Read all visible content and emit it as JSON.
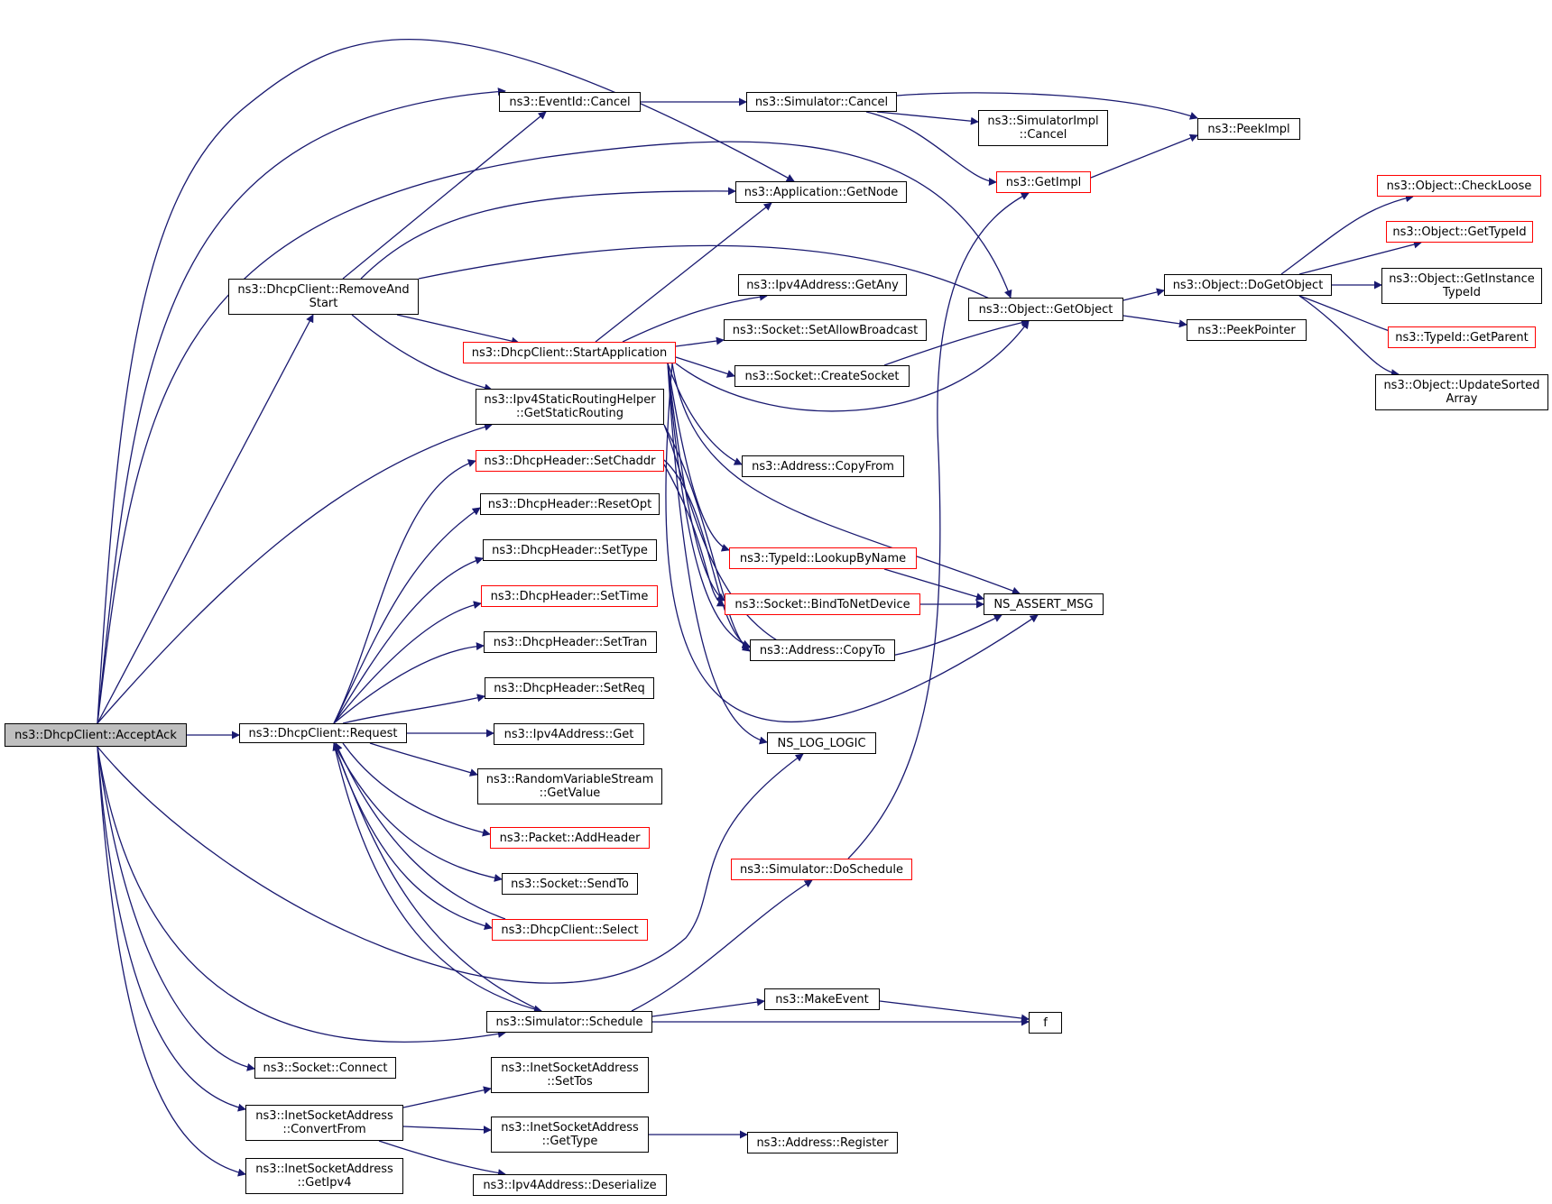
{
  "colors": {
    "edge": "#191970",
    "border": "#000000",
    "incomplete_border": "#ff0000",
    "root_fill": "#bfbfbf"
  },
  "nodes": {
    "accept_ack": {
      "lines": [
        "ns3::DhcpClient::AcceptAck"
      ]
    },
    "remove_and_start": {
      "lines": [
        "ns3::DhcpClient::RemoveAnd",
        "Start"
      ]
    },
    "request": {
      "lines": [
        "ns3::DhcpClient::Request"
      ]
    },
    "event_cancel": {
      "lines": [
        "ns3::EventId::Cancel"
      ]
    },
    "sim_cancel": {
      "lines": [
        "ns3::Simulator::Cancel"
      ]
    },
    "simimpl_cancel": {
      "lines": [
        "ns3::SimulatorImpl",
        "::Cancel"
      ]
    },
    "peek_impl": {
      "lines": [
        "ns3::PeekImpl"
      ]
    },
    "get_impl": {
      "lines": [
        "ns3::GetImpl"
      ]
    },
    "app_get_node": {
      "lines": [
        "ns3::Application::GetNode"
      ]
    },
    "ipv4_get_any": {
      "lines": [
        "ns3::Ipv4Address::GetAny"
      ]
    },
    "obj_get_object": {
      "lines": [
        "ns3::Object::GetObject"
      ]
    },
    "obj_do_get_object": {
      "lines": [
        "ns3::Object::DoGetObject"
      ]
    },
    "peek_pointer": {
      "lines": [
        "ns3::PeekPointer"
      ]
    },
    "check_loose": {
      "lines": [
        "ns3::Object::CheckLoose"
      ]
    },
    "obj_get_type_id": {
      "lines": [
        "ns3::Object::GetTypeId"
      ]
    },
    "get_instance_type_id": {
      "lines": [
        "ns3::Object::GetInstance",
        "TypeId"
      ]
    },
    "typeid_get_parent": {
      "lines": [
        "ns3::TypeId::GetParent"
      ]
    },
    "update_sorted_array": {
      "lines": [
        "ns3::Object::UpdateSorted",
        "Array"
      ]
    },
    "set_allow_broadcast": {
      "lines": [
        "ns3::Socket::SetAllowBroadcast"
      ]
    },
    "start_application": {
      "lines": [
        "ns3::DhcpClient::StartApplication"
      ]
    },
    "create_socket": {
      "lines": [
        "ns3::Socket::CreateSocket"
      ]
    },
    "get_static_routing": {
      "lines": [
        "ns3::Ipv4StaticRoutingHelper",
        "::GetStaticRouting"
      ]
    },
    "address_copy_from": {
      "lines": [
        "ns3::Address::CopyFrom"
      ]
    },
    "set_chaddr": {
      "lines": [
        "ns3::DhcpHeader::SetChaddr"
      ]
    },
    "reset_opt": {
      "lines": [
        "ns3::DhcpHeader::ResetOpt"
      ]
    },
    "set_type": {
      "lines": [
        "ns3::DhcpHeader::SetType"
      ]
    },
    "lookup_by_name": {
      "lines": [
        "ns3::TypeId::LookupByName"
      ]
    },
    "set_time": {
      "lines": [
        "ns3::DhcpHeader::SetTime"
      ]
    },
    "bind_to_net_device": {
      "lines": [
        "ns3::Socket::BindToNetDevice"
      ]
    },
    "ns_assert_msg": {
      "lines": [
        "NS_ASSERT_MSG"
      ]
    },
    "set_tran": {
      "lines": [
        "ns3::DhcpHeader::SetTran"
      ]
    },
    "address_copy_to": {
      "lines": [
        "ns3::Address::CopyTo"
      ]
    },
    "set_req": {
      "lines": [
        "ns3::DhcpHeader::SetReq"
      ]
    },
    "ipv4_get": {
      "lines": [
        "ns3::Ipv4Address::Get"
      ]
    },
    "ns_log_logic": {
      "lines": [
        "NS_LOG_LOGIC"
      ]
    },
    "rvs_get_value": {
      "lines": [
        "ns3::RandomVariableStream",
        "::GetValue"
      ]
    },
    "add_header": {
      "lines": [
        "ns3::Packet::AddHeader"
      ]
    },
    "do_schedule": {
      "lines": [
        "ns3::Simulator::DoSchedule"
      ]
    },
    "send_to": {
      "lines": [
        "ns3::Socket::SendTo"
      ]
    },
    "select": {
      "lines": [
        "ns3::DhcpClient::Select"
      ]
    },
    "make_event": {
      "lines": [
        "ns3::MakeEvent"
      ]
    },
    "schedule": {
      "lines": [
        "ns3::Simulator::Schedule"
      ]
    },
    "f": {
      "lines": [
        "f"
      ]
    },
    "connect": {
      "lines": [
        "ns3::Socket::Connect"
      ]
    },
    "set_tos": {
      "lines": [
        "ns3::InetSocketAddress",
        "::SetTos"
      ]
    },
    "convert_from": {
      "lines": [
        "ns3::InetSocketAddress",
        "::ConvertFrom"
      ]
    },
    "isa_get_type": {
      "lines": [
        "ns3::InetSocketAddress",
        "::GetType"
      ]
    },
    "address_register": {
      "lines": [
        "ns3::Address::Register"
      ]
    },
    "get_ipv4": {
      "lines": [
        "ns3::InetSocketAddress",
        "::GetIpv4"
      ]
    },
    "ipv4_deserialize": {
      "lines": [
        "ns3::Ipv4Address::Deserialize"
      ]
    }
  }
}
